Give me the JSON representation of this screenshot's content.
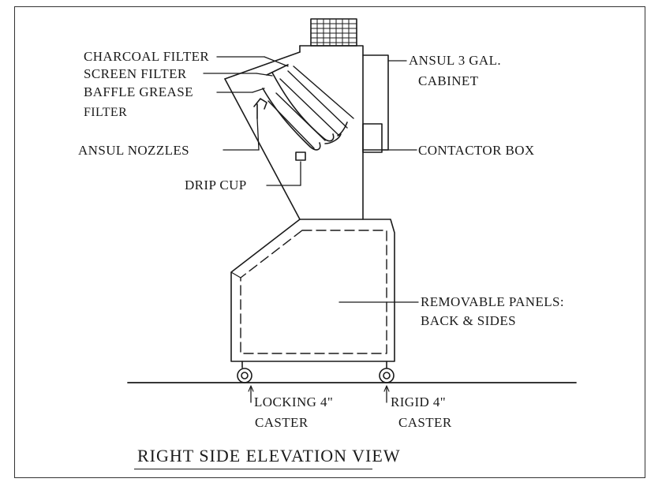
{
  "labels": {
    "charcoal_filter": "CHARCOAL FILTER",
    "screen_filter": "SCREEN FILTER",
    "baffle_grease": "BAFFLE GREASE",
    "filter": "FILTER",
    "ansul_nozzles": "ANSUL NOZZLES",
    "drip_cup": "DRIP CUP",
    "ansul_cabinet_1": "ANSUL 3 GAL.",
    "ansul_cabinet_2": "CABINET",
    "contactor_box": "CONTACTOR BOX",
    "removable_panels_1": "REMOVABLE PANELS:",
    "removable_panels_2": "BACK & SIDES",
    "locking_caster_1": "LOCKING 4\"",
    "locking_caster_2": "CASTER",
    "rigid_caster_1": "RIGID 4\"",
    "rigid_caster_2": "CASTER"
  },
  "title": "RIGHT SIDE ELEVATION VIEW"
}
